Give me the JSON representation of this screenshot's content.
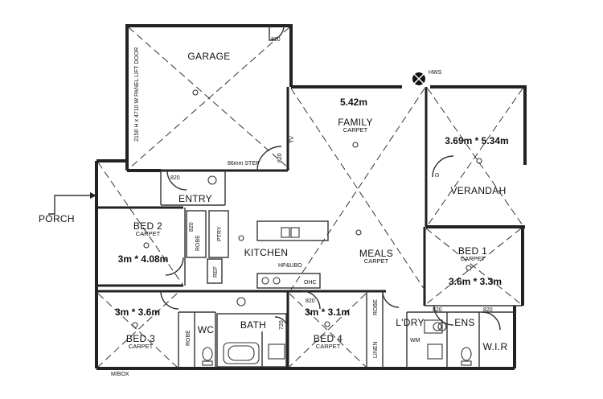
{
  "rooms": {
    "garage": "GARAGE",
    "family": "FAMILY",
    "family_floor": "CARPET",
    "verandah": "VERANDAH",
    "entry": "ENTRY",
    "porch": "PORCH",
    "bed2": "BED 2",
    "bed2_floor": "CARPET",
    "kitchen": "KITCHEN",
    "meals": "MEALS",
    "meals_floor": "CARPET",
    "bed1": "BED 1",
    "bed1_floor": "CARPET",
    "bed3": "BED 3",
    "bed3_floor": "CARPET",
    "wc": "WC",
    "bath": "BATH",
    "bed4": "BED 4",
    "bed4_floor": "CARPET",
    "ldry": "L'DRY",
    "ens": "ENS",
    "wir": "W.I.R"
  },
  "dimensions": {
    "family": "5.42m",
    "verandah": "3.69m * 5.34m",
    "bed2": "3m * 4.08m",
    "bed1": "3.6m * 3.3m",
    "bed3": "3m * 3.6m",
    "bed4": "3m * 3.1m"
  },
  "labels": {
    "hws": "HWS",
    "garage_door": "2150 H x 4710 W PANEL LIFT DOOR",
    "step": "86mm STEP",
    "door820": "820",
    "door720": "720",
    "robe": "ROBE",
    "ptry": "PTRY",
    "ref": "REF",
    "linen": "LINEN",
    "tv": "TV",
    "hp_ubo": "HP&UBO",
    "ohc": "OHC",
    "wm": "WM",
    "mbox": "M/BOX",
    "d": "D"
  }
}
